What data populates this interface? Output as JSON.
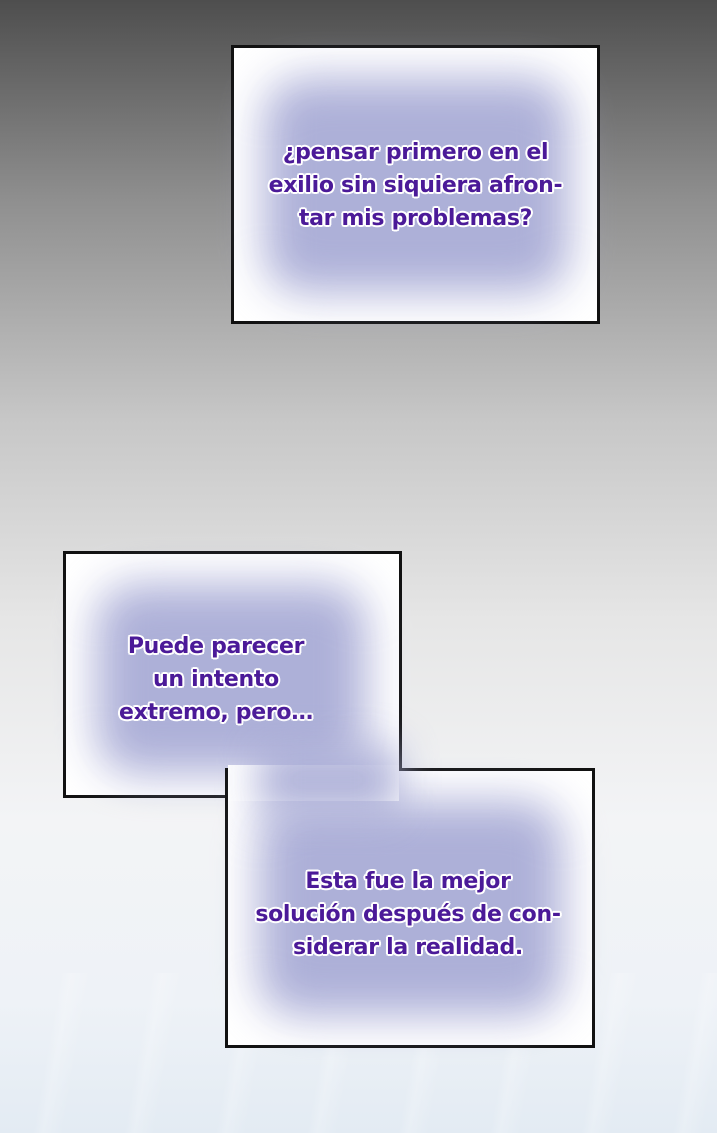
{
  "panels": [
    {
      "lines": [
        "¿pensar primero en el",
        "exilio sin siquiera afron-",
        "tar mis problemas?"
      ]
    },
    {
      "lines": [
        "Puede parecer",
        "un intento",
        "extremo, pero…"
      ]
    },
    {
      "lines": [
        "Esta fue la mejor",
        "solución después de con-",
        "siderar la realidad."
      ]
    }
  ],
  "colors": {
    "text": "#4b1a98",
    "glow": "#a9acd6",
    "border": "#111111"
  }
}
